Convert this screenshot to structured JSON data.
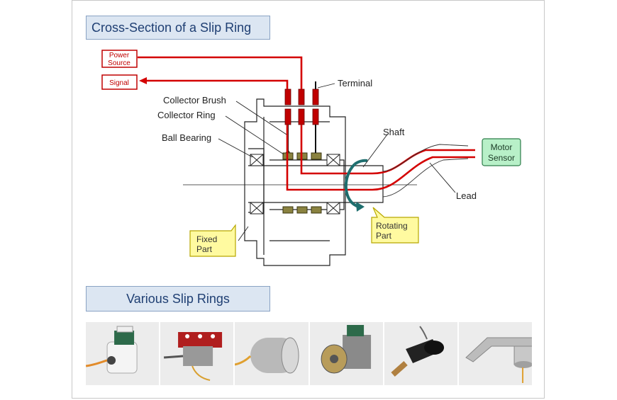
{
  "headers": {
    "cross_section": "Cross-Section of a Slip Ring",
    "various": "Various Slip Rings"
  },
  "diagram": {
    "power_source": [
      "Power",
      "Source"
    ],
    "signal": "Signal",
    "terminal": "Terminal",
    "collector_brush": "Collector Brush",
    "collector_ring": "Collector Ring",
    "ball_bearing": "Ball Bearing",
    "shaft": "Shaft",
    "motor_sensor": [
      "Motor",
      "Sensor"
    ],
    "lead": "Lead",
    "rotating_part": [
      "Rotating",
      "Part"
    ],
    "fixed_part": [
      "Fixed",
      "Part"
    ]
  },
  "colors": {
    "red_wire": "#d40000",
    "motor_box": "#b8f0c8",
    "callout_yellow": "#fffaa0",
    "arrow_teal": "#1e6e6e",
    "ring_olive": "#8a8240"
  },
  "photos": [
    {
      "name": "white-slip-ring-photo"
    },
    {
      "name": "red-frame-slip-ring-photo"
    },
    {
      "name": "cylinder-slip-ring-photo"
    },
    {
      "name": "flanged-slip-ring-photo"
    },
    {
      "name": "black-flange-slip-ring-photo"
    },
    {
      "name": "bracket-slip-ring-photo"
    }
  ]
}
